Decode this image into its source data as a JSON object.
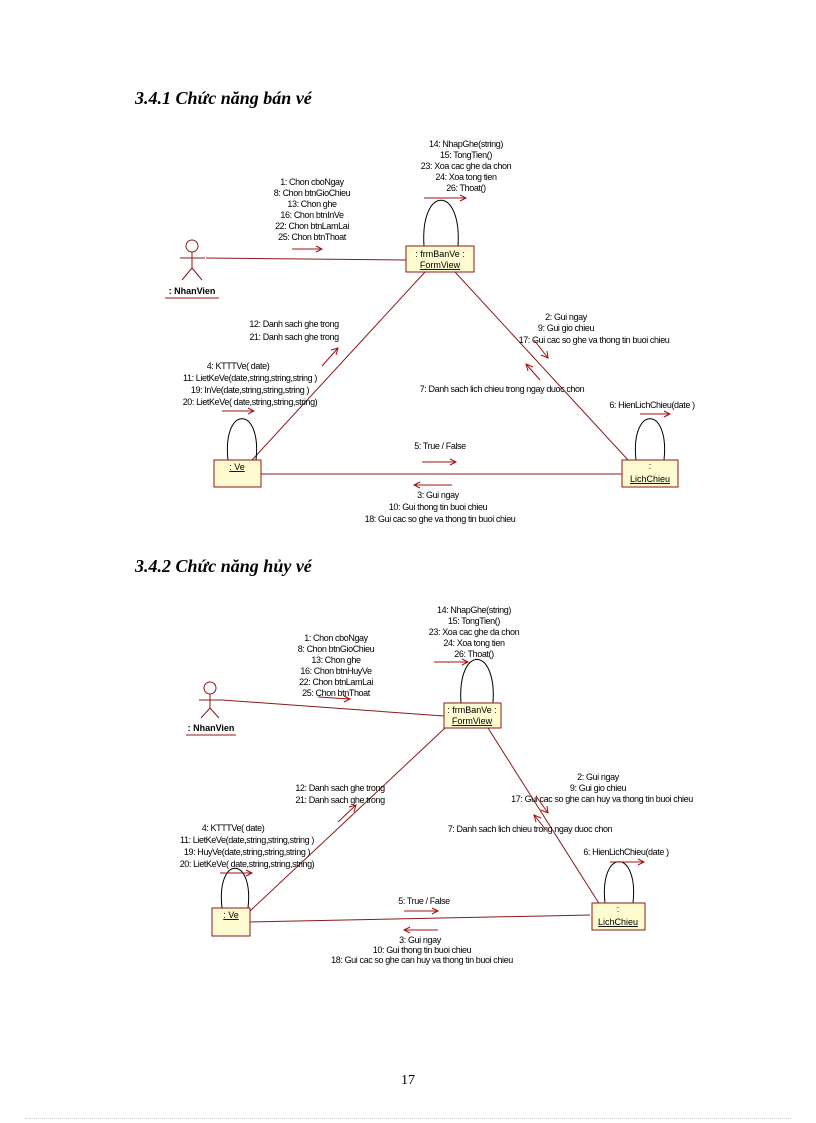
{
  "headings": {
    "h1": "3.4.1 Chức năng bán vé",
    "h2": "3.4.2 Chức năng hủy vé"
  },
  "diagram1": {
    "actor": ": NhanVien",
    "form": [
      ": frmBanVe :",
      "FormView"
    ],
    "ve": ": Ve",
    "lich": [
      ":",
      "LichChieu"
    ],
    "self_form": [
      "14: NhapGhe(string)",
      "15: TongTien()",
      "23: Xoa cac ghe da chon",
      "24: Xoa tong tien",
      "26: Thoat()"
    ],
    "actor_to_form": [
      "1: Chon cboNgay",
      "8: Chon btnGioChieu",
      "13: Chon ghe",
      "16: Chon btnInVe",
      "22: Chon btnLamLai",
      "25: Chon btnThoat"
    ],
    "ve_to_form": [
      "12: Danh sach ghe trong",
      "21: Danh sach ghe trong"
    ],
    "form_to_ve": [
      "4: KTTTVe( date)",
      "11: LietKeVe(date,string,string,string )",
      "19: InVe(date,string,string,string )",
      "20: LietKeVe( date,string,string,string)"
    ],
    "form_to_lich": [
      "2: Gui ngay",
      "9: Gui gio chieu",
      "17: Gui cac so ghe va thong tin buoi chieu"
    ],
    "lich_to_form": "7: Danh sach lich chieu trong ngay duoc chon",
    "lich_self": "6: HienLichChieu(date )",
    "lich_to_ve": "5: True / False",
    "ve_to_lich": [
      "3: Gui ngay",
      "10: Gui thong tin buoi chieu",
      "18: Gui cac so ghe va thong tin buoi chieu"
    ]
  },
  "diagram2": {
    "actor": ": NhanVien",
    "form": [
      ": frmBanVe :",
      "FormView"
    ],
    "ve": ": Ve",
    "lich": [
      ":",
      "LichChieu"
    ],
    "self_form": [
      "14: NhapGhe(string)",
      "15: TongTien()",
      "23: Xoa cac ghe da chon",
      "24: Xoa tong tien",
      "26: Thoat()"
    ],
    "actor_to_form": [
      "1: Chon cboNgay",
      "8: Chon btnGioChieu",
      "13: Chon ghe",
      "16: Chon btnHuyVe",
      "22: Chon btnLamLai",
      "25: Chon btnThoat"
    ],
    "ve_to_form": [
      "12: Danh sach ghe trong",
      "21: Danh sach ghe trong"
    ],
    "form_to_ve": [
      "4: KTTTVe( date)",
      "11: LietKeVe(date,string,string,string )",
      "19: HuyVe(date,string,string,string )",
      "20: LietKeVe( date,string,string,string)"
    ],
    "form_to_lich": [
      "2: Gui ngay",
      "9: Gui gio chieu",
      "17: Gui cac so ghe can huy va thong tin buoi chieu"
    ],
    "lich_to_form": "7: Danh sach lich chieu trong ngay duoc chon",
    "lich_self": "6: HienLichChieu(date )",
    "lich_to_ve": "5: True / False",
    "ve_to_lich": [
      "3: Gui ngay",
      "10: Gui thong tin buoi chieu",
      "18: Gui cac so ghe can huy va thong tin buoi chieu"
    ]
  },
  "page_number": "17"
}
